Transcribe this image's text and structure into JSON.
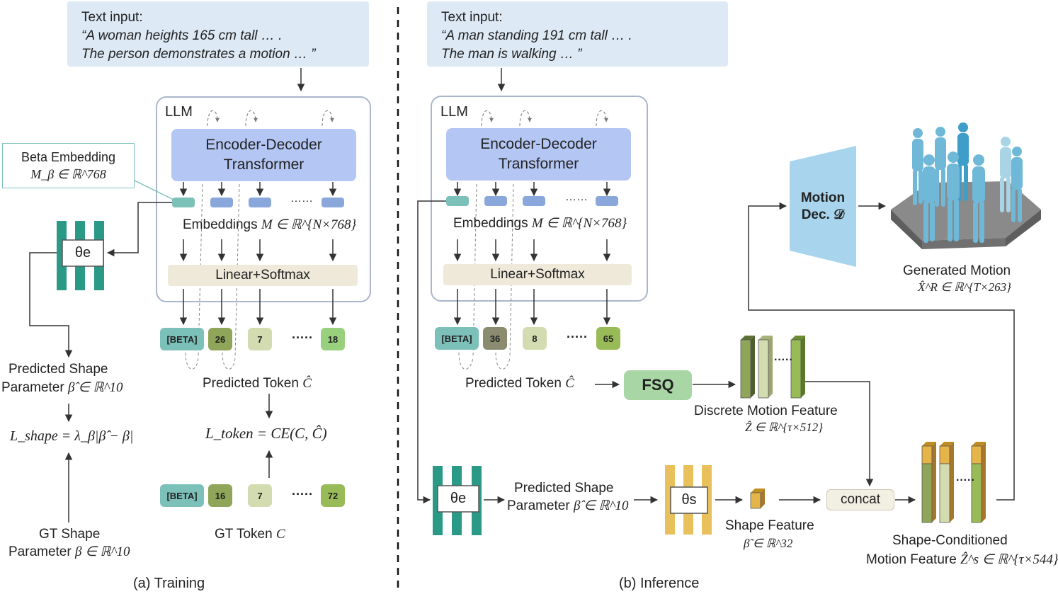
{
  "colors": {
    "input_bg": "#dde9f5",
    "transformer": "#b4c6f4",
    "linear": "#efe9da",
    "beta_token": "#7cc0ba",
    "embedding": "#8aa7dc",
    "theta_e": "#2a9a87",
    "theta_s": "#e8c15d",
    "fsq": "#a8d6a4",
    "motion_dec": "#a9d4ee",
    "concat": "#f2efe3",
    "shape_feature": "#e5b54a"
  },
  "training": {
    "input_label": "Text input:",
    "input_line1": "“A woman heights 165 cm tall … .",
    "input_line2": "The person demonstrates a motion … ”",
    "llm_label": "LLM",
    "transformer_line1": "Encoder-Decoder",
    "transformer_line2": "Transformer",
    "beta_embed_label": "Beta Embedding",
    "beta_embed_math": "M_β ∈ ℝ^768",
    "embeddings_label": "Embeddings",
    "embeddings_math": "M ∈ ℝ^{N×768}",
    "dots": "……",
    "linear_label": "Linear+Softmax",
    "theta_e": "θe",
    "pred_tokens": [
      "[BETA]",
      "26",
      "7",
      "18"
    ],
    "token_dots": "·····",
    "pred_token_label": "Predicted Token",
    "pred_token_math": "Ĉ",
    "loss_token": "L_token = CE(C, Ĉ)",
    "gt_tokens": [
      "[BETA]",
      "16",
      "7",
      "72"
    ],
    "gt_token_label": "GT Token",
    "gt_token_math": "C",
    "pred_shape_line1": "Predicted Shape",
    "pred_shape_line2": "Parameter",
    "pred_shape_math": "β̂ ∈ ℝ^10",
    "loss_shape": "L_shape = λ_β|β̂ − β|",
    "gt_shape_line1": "GT Shape",
    "gt_shape_line2": "Parameter",
    "gt_shape_math": "β ∈ ℝ^10",
    "caption": "(a) Training"
  },
  "inference": {
    "input_label": "Text input:",
    "input_line1": "“A man standing 191 cm tall … .",
    "input_line2": "The man is walking … ”",
    "llm_label": "LLM",
    "transformer_line1": "Encoder-Decoder",
    "transformer_line2": "Transformer",
    "embeddings_label": "Embeddings",
    "embeddings_math": "M ∈ ℝ^{N×768}",
    "dots": "……",
    "linear_label": "Linear+Softmax",
    "pred_tokens": [
      "[BETA]",
      "36",
      "8",
      "65"
    ],
    "token_dots": "·····",
    "pred_token_label": "Predicted Token",
    "pred_token_math": "Ĉ",
    "fsq_label": "FSQ",
    "feature_dots": "·····",
    "discrete_label": "Discrete Motion Feature",
    "discrete_math": "Ẑ ∈ ℝ^{τ×512}",
    "motion_dec_line1": "Motion",
    "motion_dec_line2": "Dec. 𝒟",
    "generated_label": "Generated Motion",
    "generated_math": "X̂^R ∈ ℝ^{T×263}",
    "theta_e": "θe",
    "pred_shape_line1": "Predicted Shape",
    "pred_shape_line2": "Parameter",
    "pred_shape_math": "β̂ ∈ ℝ^10",
    "theta_s": "θs",
    "shape_feature_label": "Shape Feature",
    "shape_feature_math": "β̃ ∈ ℝ^32",
    "concat_label": "concat",
    "shape_cond_line1": "Shape-Conditioned",
    "shape_cond_line2": "Motion Feature",
    "shape_cond_math": "Ẑ^s ∈ ℝ^{τ×544}",
    "caption": "(b) Inference"
  }
}
